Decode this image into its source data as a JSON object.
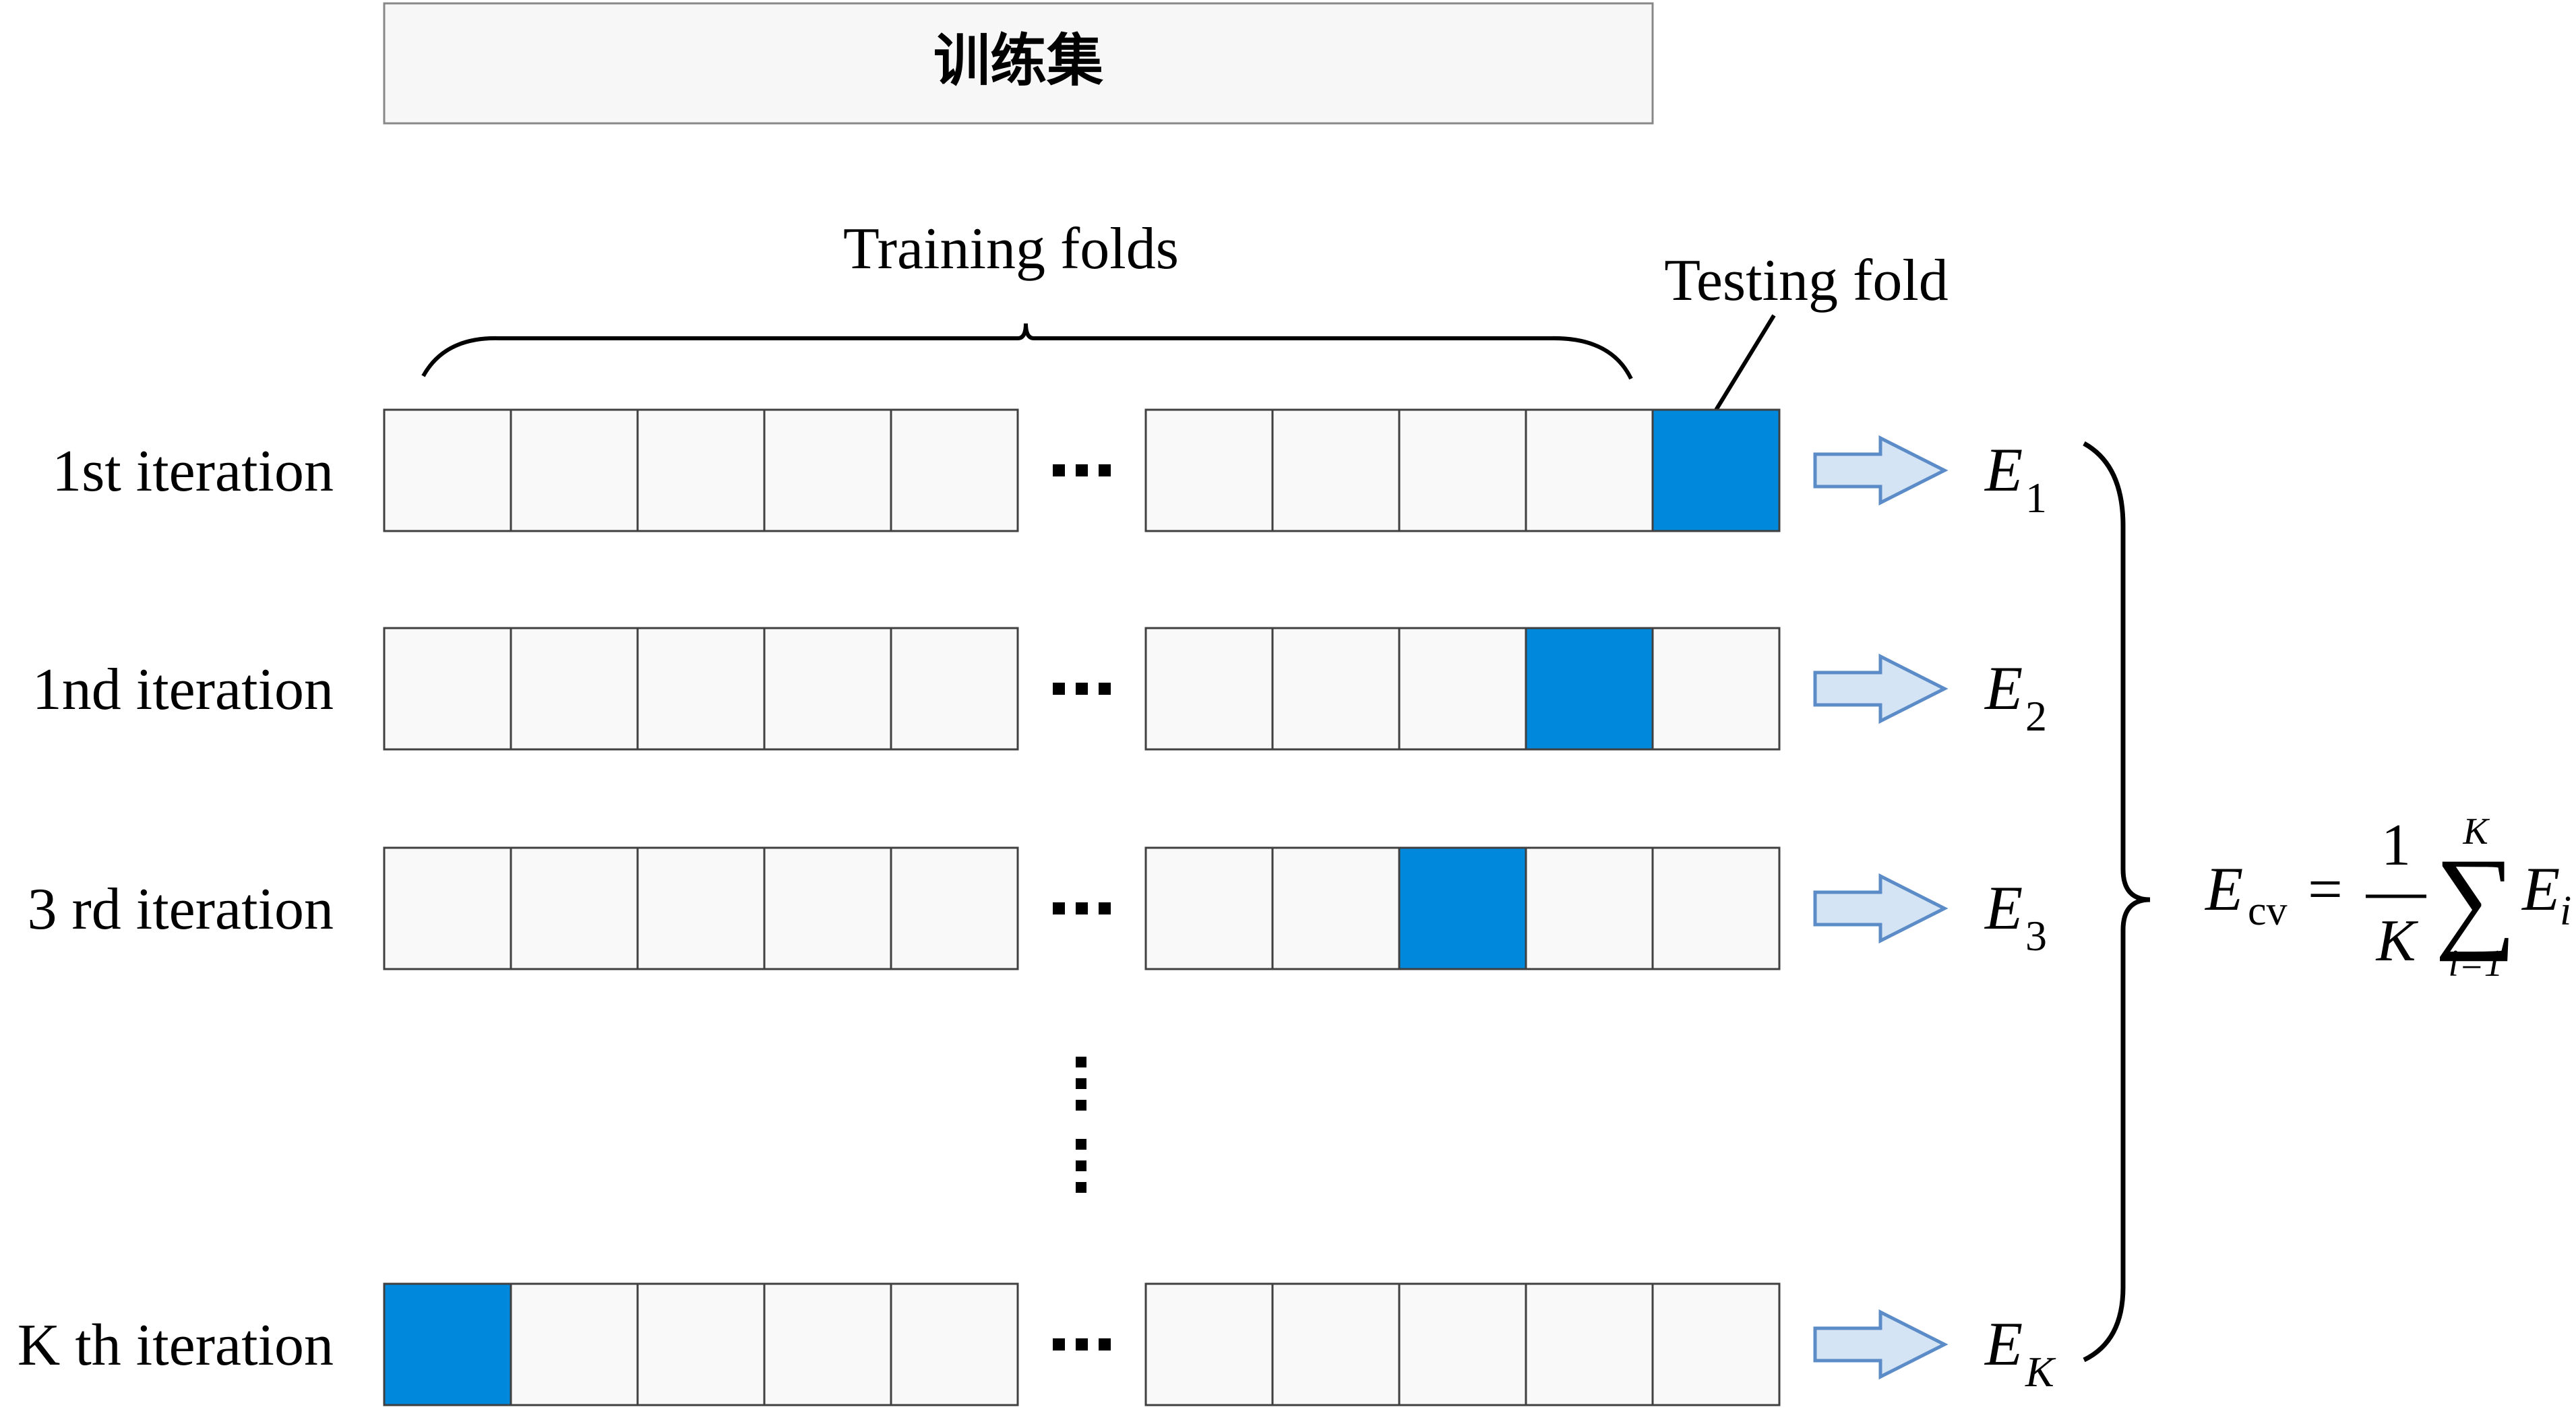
{
  "header": {
    "label": "训练集"
  },
  "brace": {
    "label": "Training folds"
  },
  "testing_fold": {
    "label": "Testing fold"
  },
  "ellipsis": "···",
  "rows": [
    {
      "label": "1st iteration",
      "test_index": 9,
      "error_base": "E",
      "error_sub": "1"
    },
    {
      "label": "1nd iteration",
      "test_index": 8,
      "error_base": "E",
      "error_sub": "2"
    },
    {
      "label": "3 rd iteration",
      "test_index": 7,
      "error_base": "E",
      "error_sub": "3"
    },
    {
      "label": "K th iteration",
      "test_index": 0,
      "error_base": "E",
      "error_sub": "K"
    }
  ],
  "formula": {
    "lhs_base": "E",
    "lhs_sub": "cv",
    "equals": "=",
    "numerator": "1",
    "denominator": "K",
    "sigma": "∑",
    "upper": "K",
    "lower": "i=1",
    "term_base": "E",
    "term_sub": "i"
  },
  "colors": {
    "test_fill": "#0088DD",
    "cell_fill": "#F9F9F9",
    "cell_stroke": "#404040",
    "arrow_fill": "#D4E4F5",
    "arrow_stroke": "#5B8CC8"
  }
}
